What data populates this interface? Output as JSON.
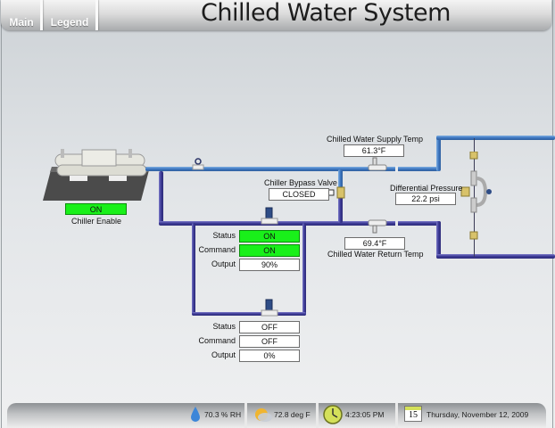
{
  "header": {
    "title": "Chilled Water System",
    "tabs": [
      {
        "label": "Main"
      },
      {
        "label": "Legend"
      }
    ]
  },
  "chiller": {
    "enable_value": "ON",
    "enable_label": "Chiller Enable"
  },
  "supply_temp": {
    "label": "Chilled Water Supply Temp",
    "value": "61.3°F"
  },
  "return_temp": {
    "label": "Chilled Water Return Temp",
    "value": "69.4°F"
  },
  "bypass_valve": {
    "label": "Chiller Bypass Valve",
    "value": "CLOSED"
  },
  "differential_pressure": {
    "label": "Differential Pressure",
    "value": "22.2 psi"
  },
  "pump1": {
    "status_label": "Status",
    "status_value": "ON",
    "command_label": "Command",
    "command_value": "ON",
    "output_label": "Output",
    "output_value": "90%"
  },
  "pump2": {
    "status_label": "Status",
    "status_value": "OFF",
    "command_label": "Command",
    "command_value": "OFF",
    "output_label": "Output",
    "output_value": "0%"
  },
  "footer": {
    "humidity": "70.3 % RH",
    "temperature": "72.8 deg F",
    "time": "4:23:05 PM",
    "calendar_day": "15",
    "date": "Thursday, November 12, 2009"
  },
  "colors": {
    "on_green": "#19f01a",
    "supply_pipe": "#3d76c0",
    "return_pipe": "#3c3a95"
  }
}
